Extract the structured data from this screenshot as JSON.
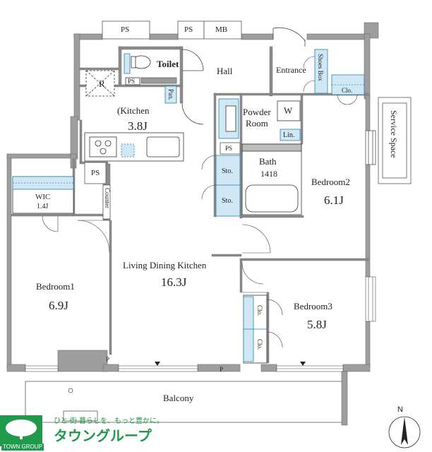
{
  "rooms": {
    "toilet": "Toilet",
    "hall": "Hall",
    "entrance": "Entrance",
    "shoes_box": "Shoes Box",
    "clo_entrance": "Clo.",
    "kitchen": "(Kitchen",
    "kitchen_size": "3.8J",
    "refrigerator": "R",
    "pantry": "Pan.",
    "powder_room_1": "Powder",
    "powder_room_2": "Room",
    "washer": "W",
    "linen": "Lin.",
    "bath": "Bath",
    "bath_size": "1418",
    "storage_1": "Sto.",
    "storage_2": "Sto.",
    "bedroom2": "Bedroom2",
    "bedroom2_size": "6.1J",
    "service_space": "Service Space",
    "wic": "WIC",
    "wic_size": "1.4J",
    "counter": "Counter",
    "ldk": "Living Dining Kitchen",
    "ldk_size": "16.3J",
    "bedroom1": "Bedroom1",
    "bedroom1_size": "6.9J",
    "bedroom3": "Bedroom3",
    "bedroom3_size": "5.8J",
    "clo_b3_1": "Clo.",
    "clo_b3_2": "Clo.",
    "balcony": "Balcony"
  },
  "shafts": {
    "ps_top_1": "PS",
    "ps_top_2": "PS",
    "mb_top": "MB",
    "ps_kitchen": "PS",
    "ps_mid": "PS",
    "ps_bath": "PS",
    "p_left": "P",
    "p_bottom": "P"
  },
  "compass": {
    "north": "N"
  },
  "logo": {
    "tagline": "ひと  街  暮らしを、もっと豊かに。",
    "brand_jp": "タウングループ",
    "brand_en": "TOWN GROUP"
  },
  "colors": {
    "wall": "#9c9c9c",
    "wall_dark": "#7a7a7a",
    "fixture_blue": "#cfe8f3",
    "fixture_line": "#2a7fb0",
    "logo_green": "#1f9a4a"
  }
}
